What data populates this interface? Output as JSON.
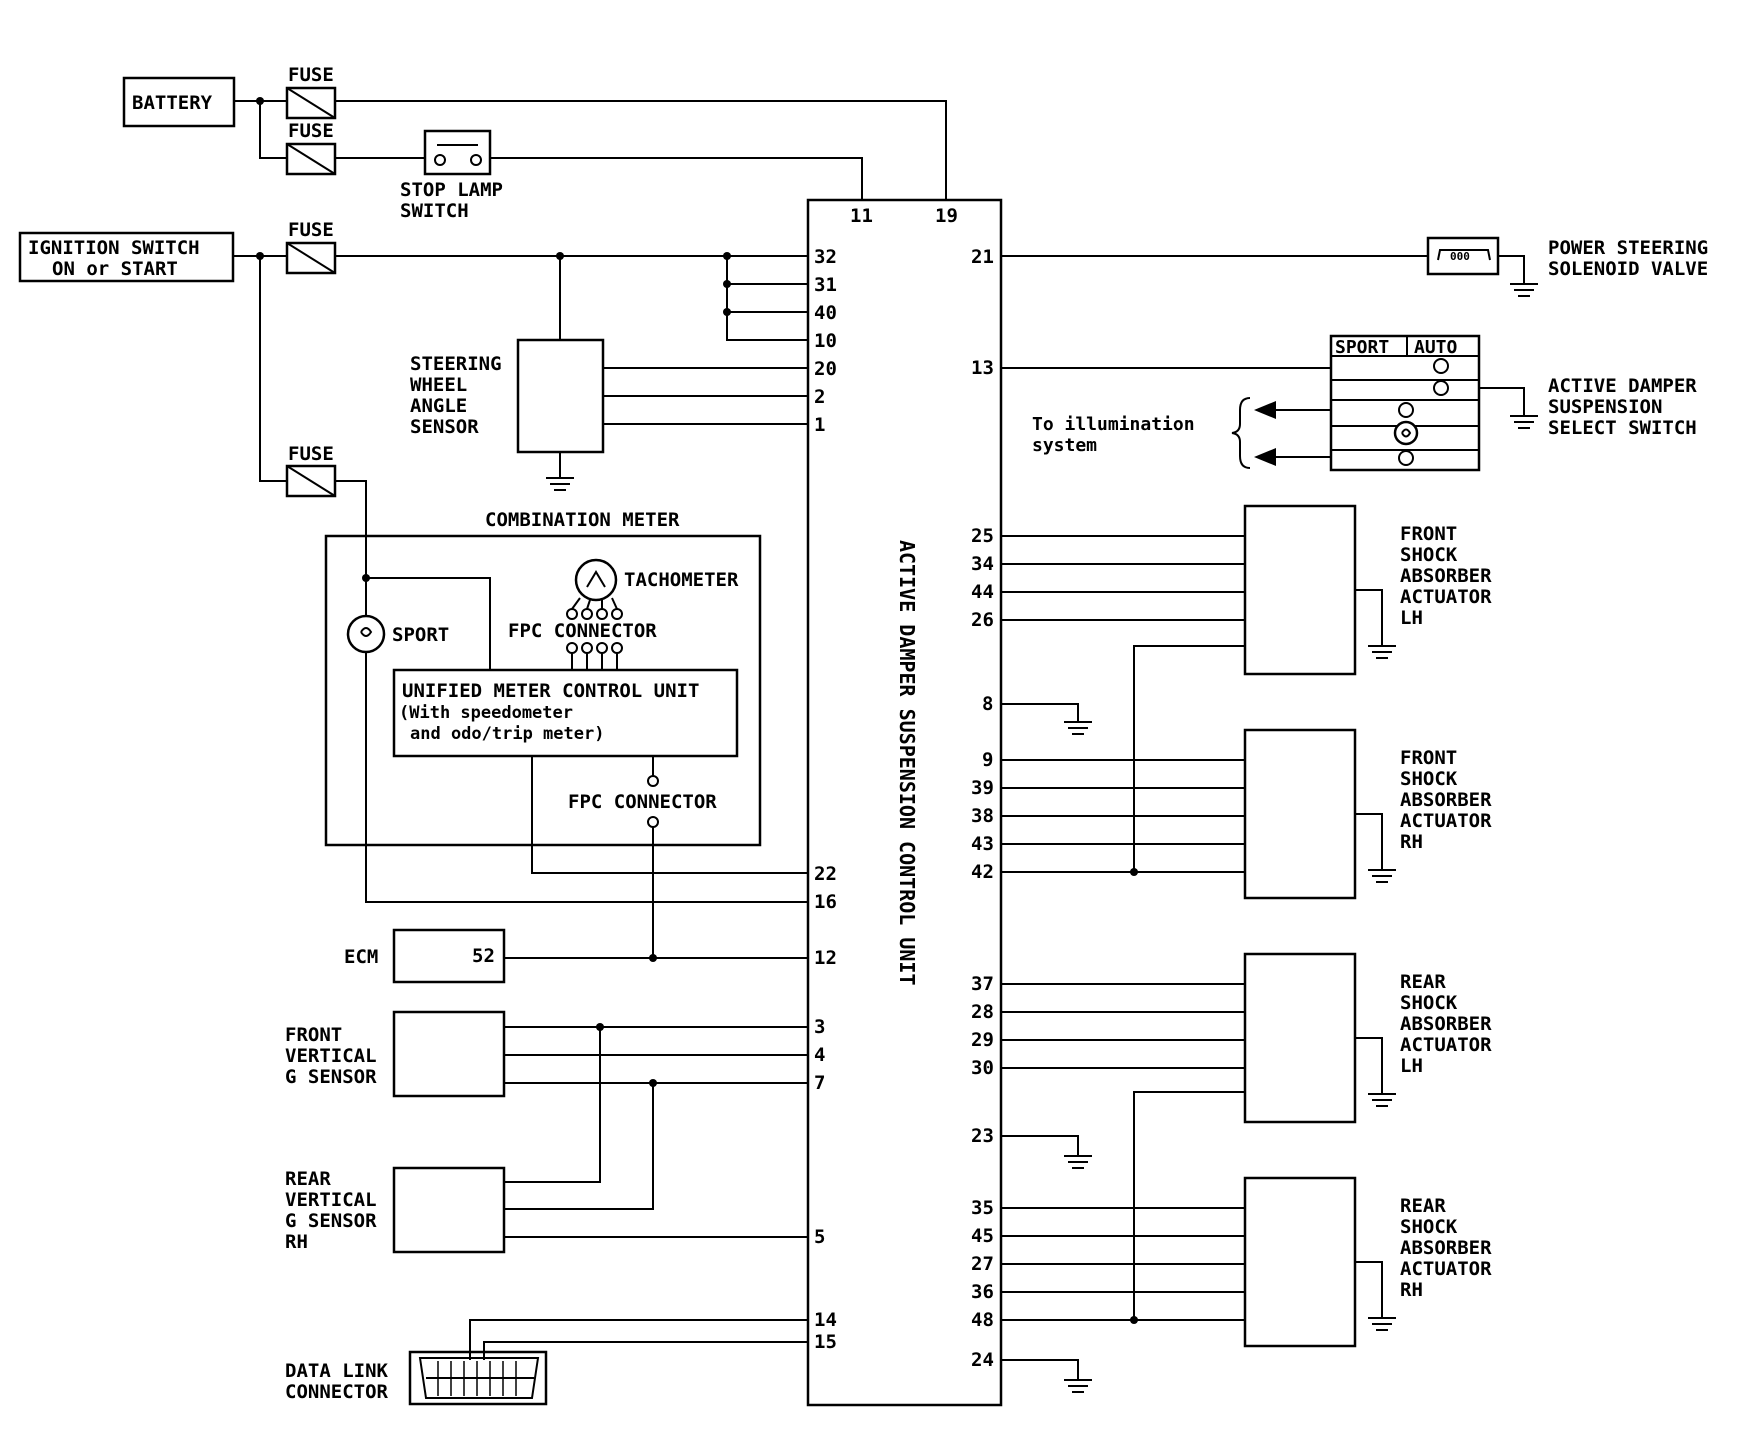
{
  "labels": {
    "battery": "BATTERY",
    "fuse1": "FUSE",
    "fuse2": "FUSE",
    "fuse3": "FUSE",
    "fuse4": "FUSE",
    "stop_lamp_1": "STOP LAMP",
    "stop_lamp_2": "SWITCH",
    "ignition_1": "IGNITION SWITCH",
    "ignition_2": "ON or START",
    "sws_1": "STEERING",
    "sws_2": "WHEEL",
    "sws_3": "ANGLE",
    "sws_4": "SENSOR",
    "combination_meter": "COMBINATION METER",
    "tachometer": "TACHOMETER",
    "sport_lamp": "SPORT",
    "fpc_connector_top": "FPC CONNECTOR",
    "umcu_1": "UNIFIED METER CONTROL UNIT",
    "umcu_2": "(With speedometer",
    "umcu_3": "and odo/trip meter)",
    "fpc_connector_bottom": "FPC CONNECTOR",
    "ecm": "ECM",
    "ecm_pin": "52",
    "fvg_1": "FRONT",
    "fvg_2": "VERTICAL",
    "fvg_3": "G SENSOR",
    "rvg_1": "REAR",
    "rvg_2": "VERTICAL",
    "rvg_3": "G SENSOR",
    "rvg_4": "RH",
    "dlc_1": "DATA LINK",
    "dlc_2": "CONNECTOR",
    "control_unit": "ACTIVE DAMPER SUSPENSION CONTROL UNIT",
    "ps_1": "POWER STEERING",
    "ps_2": "SOLENOID VALVE",
    "sel_sport": "SPORT",
    "sel_auto": "AUTO",
    "sel_1": "ACTIVE DAMPER",
    "sel_2": "SUSPENSION",
    "sel_3": "SELECT SWITCH",
    "illum_1": "To illumination",
    "illum_2": "system",
    "fl_1": "FRONT",
    "fl_2": "SHOCK",
    "fl_3": "ABSORBER",
    "fl_4": "ACTUATOR",
    "fl_5": "LH",
    "fr_1": "FRONT",
    "fr_2": "SHOCK",
    "fr_3": "ABSORBER",
    "fr_4": "ACTUATOR",
    "fr_5": "RH",
    "rl_1": "REAR",
    "rl_2": "SHOCK",
    "rl_3": "ABSORBER",
    "rl_4": "ACTUATOR",
    "rl_5": "LH",
    "rr_1": "REAR",
    "rr_2": "SHOCK",
    "rr_3": "ABSORBER",
    "rr_4": "ACTUATOR",
    "rr_5": "RH"
  },
  "pins": {
    "p11": "11",
    "p19": "19",
    "p32": "32",
    "p31": "31",
    "p40": "40",
    "p10": "10",
    "p20": "20",
    "p2": "2",
    "p1": "1",
    "p22": "22",
    "p16": "16",
    "p12": "12",
    "p3": "3",
    "p4": "4",
    "p7": "7",
    "p5": "5",
    "p14": "14",
    "p15": "15",
    "p21": "21",
    "p13": "13",
    "p25": "25",
    "p34": "34",
    "p44": "44",
    "p26": "26",
    "p8": "8",
    "p9": "9",
    "p39": "39",
    "p38": "38",
    "p43": "43",
    "p42": "42",
    "p37": "37",
    "p28": "28",
    "p29": "29",
    "p30": "30",
    "p23": "23",
    "p35": "35",
    "p45": "45",
    "p27": "27",
    "p36": "36",
    "p48": "48",
    "p24": "24"
  }
}
